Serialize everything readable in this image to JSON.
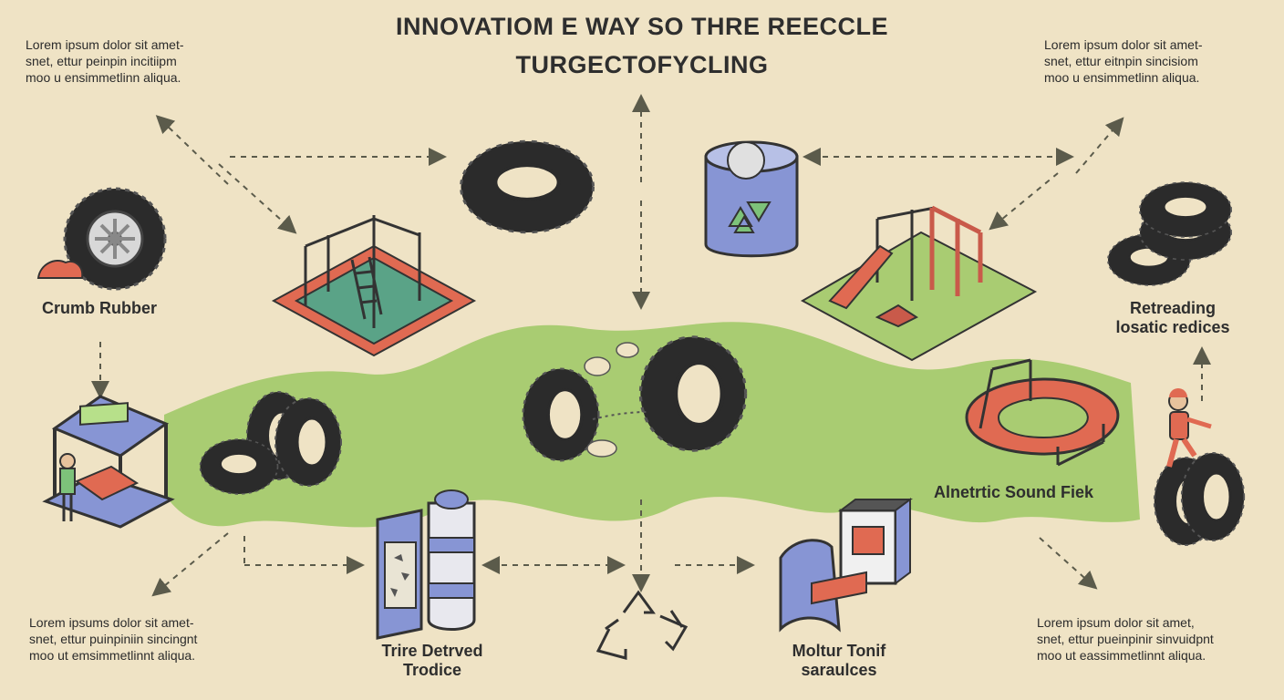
{
  "title": {
    "line1": "INNOVATIOM E WAY SO THRE REECCLE",
    "line2": "TURGECTOFYCLING"
  },
  "notes": {
    "top_left": "Lorem ipsum dolor sit amet-\nsnet, ettur peinpin incitiipm\nmoo u ensimmetlinn aliqua.",
    "top_right": "Lorem ipsum dolor sit amet-\nsnet, ettur eitnpin sincisiom\nmoo u ensimmetlinn aliqua.",
    "bottom_left": "Lorem ipsums dolor sit amet-\nsnet, ettur puinpiniin sincingnt\nmoo ut emsimmetlinnt aliqua.",
    "bottom_right": "Lorem ipsum dolor sit amet,\nsnet, ettur pueinpinir sinvuidpnt\nmoo ut eassimmetlinnt aliqua."
  },
  "labels": {
    "crumb_rubber": "Crumb Rubber",
    "retreading_1": "Retreading",
    "retreading_2": "losatic redices",
    "athletic_field": "Alnetrtic  Sound Fiek",
    "tire_derived_1": "Trire Detrved",
    "tire_derived_2": "Trodice",
    "motor_fuel_1": "Moltur Tonif",
    "motor_fuel_2": "saraulces"
  },
  "icons": [
    "tire-icon",
    "playground-icon",
    "recycle-bin-icon",
    "recycle-icon",
    "crumb-rubber-machine-icon",
    "running-track-icon",
    "fuel-machine-icon",
    "tire-derived-product-icon",
    "worker-icon"
  ],
  "colors": {
    "background": "#efe3c5",
    "land": "#a9cc72",
    "tire": "#2b2b2b",
    "accent_red": "#e06a52",
    "accent_blue": "#8795d4",
    "arrow": "#5b5b4b"
  }
}
